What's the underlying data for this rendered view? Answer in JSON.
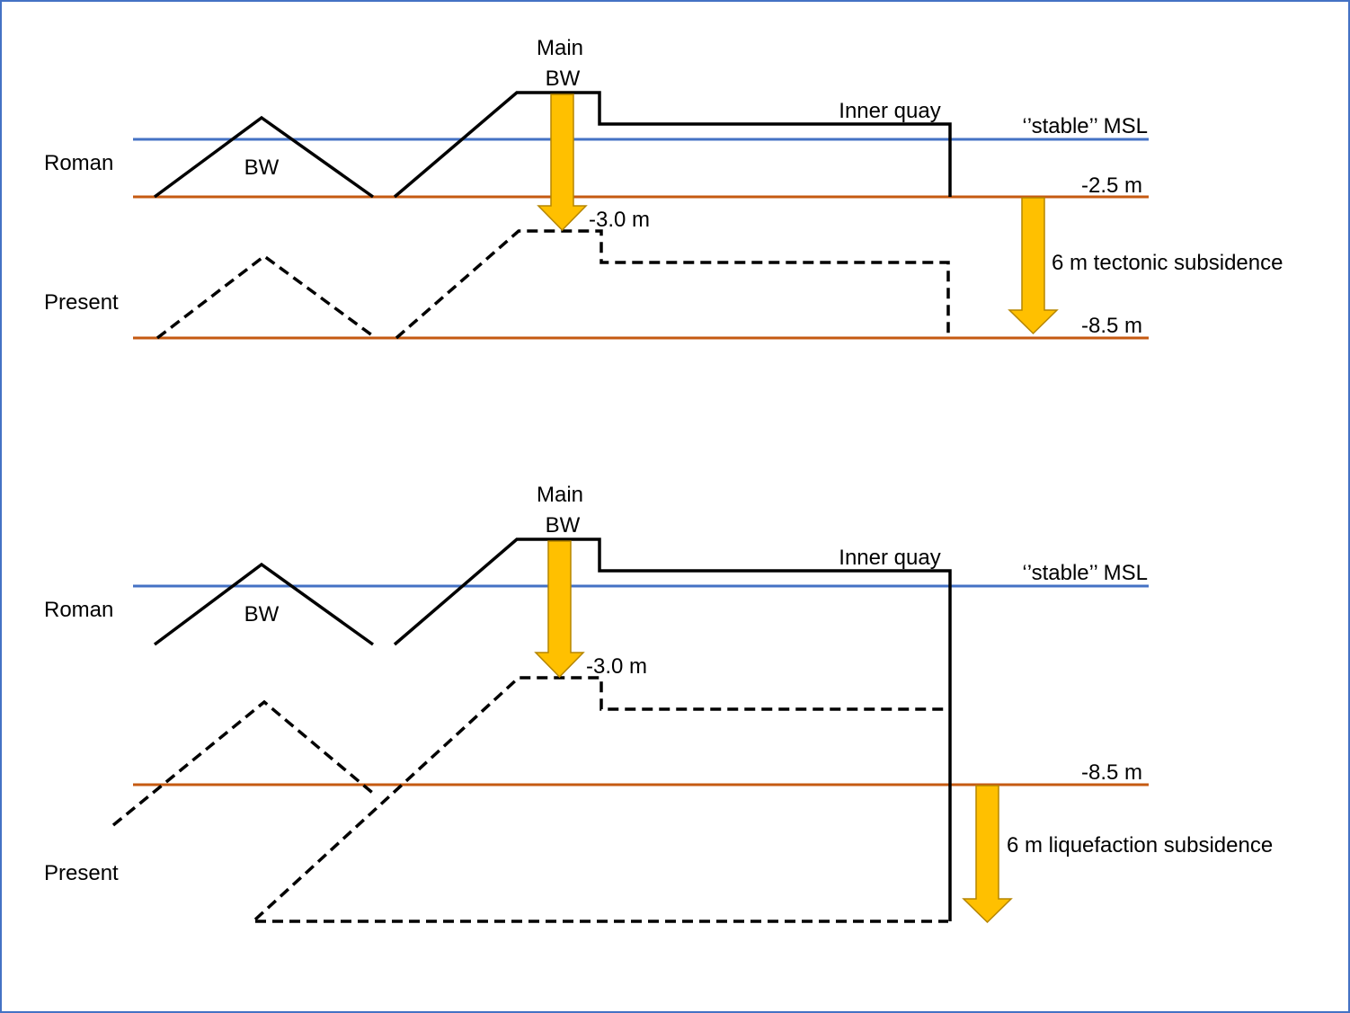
{
  "colors": {
    "frame": "#4472C4",
    "msl_line": "#4472C4",
    "ground_line": "#C55A11",
    "arrow_fill": "#FFC000",
    "arrow_stroke": "#B58500",
    "structure": "#000000"
  },
  "icons": {
    "arrow": "down-arrow-icon"
  },
  "panels": [
    {
      "label_roman": "Roman",
      "label_present": "Present",
      "label_bw": "BW",
      "label_main_bw_1": "Main",
      "label_main_bw_2": "BW",
      "label_inner_quay": "Inner quay",
      "label_msl": "‘’stable’’ MSL",
      "label_level_top": "-2.5 m",
      "label_drop": "-3.0 m",
      "label_level_bottom": "-8.5 m",
      "label_subsidence": "6 m tectonic subsidence"
    },
    {
      "label_roman": "Roman",
      "label_present": "Present",
      "label_bw": "BW",
      "label_main_bw_1": "Main",
      "label_main_bw_2": "BW",
      "label_inner_quay": "Inner quay",
      "label_msl": "‘’stable’’ MSL",
      "label_drop": "-3.0 m",
      "label_level_bottom": "-8.5 m",
      "label_subsidence": "6 m liquefaction subsidence"
    }
  ]
}
